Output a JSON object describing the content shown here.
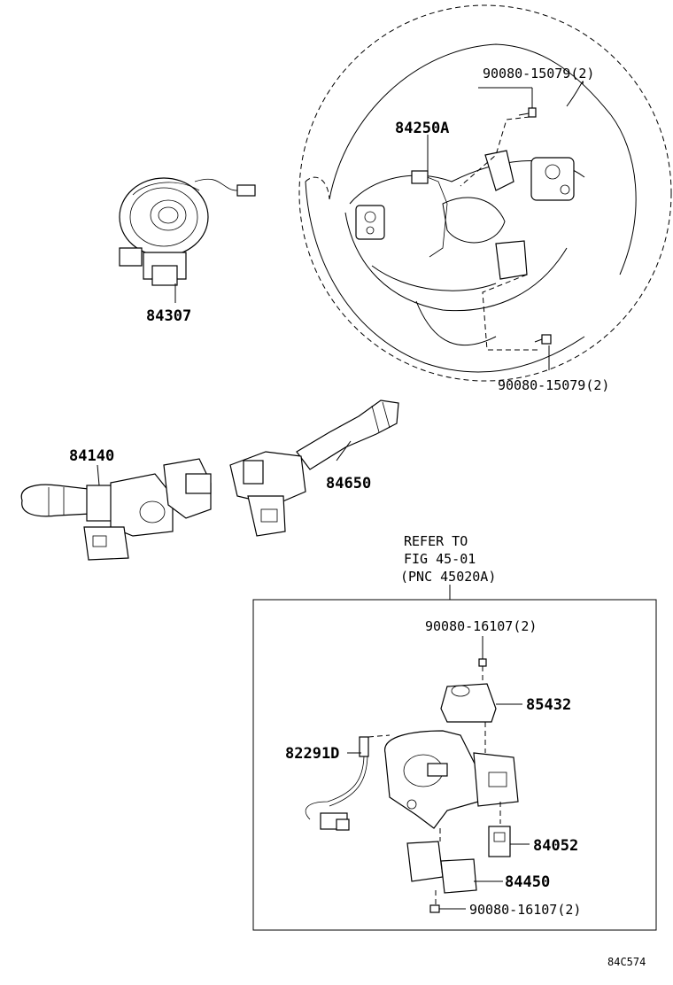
{
  "labels": {
    "bolt_top": "90080-15079(2)",
    "pad": "84250A",
    "spiral": "84307",
    "bolt_bottom": "90080-15079(2)",
    "turn_switch": "84140",
    "wiper_switch": "84650",
    "refer_line1": "REFER TO",
    "refer_line2": "FIG 45-01",
    "refer_line3": "(PNC 45020A)",
    "screw_top": "90080-16107(2)",
    "part_85432": "85432",
    "part_82291d": "82291D",
    "part_84052": "84052",
    "part_84450": "84450",
    "screw_bottom": "90080-16107(2)",
    "figure_code": "84C574"
  }
}
